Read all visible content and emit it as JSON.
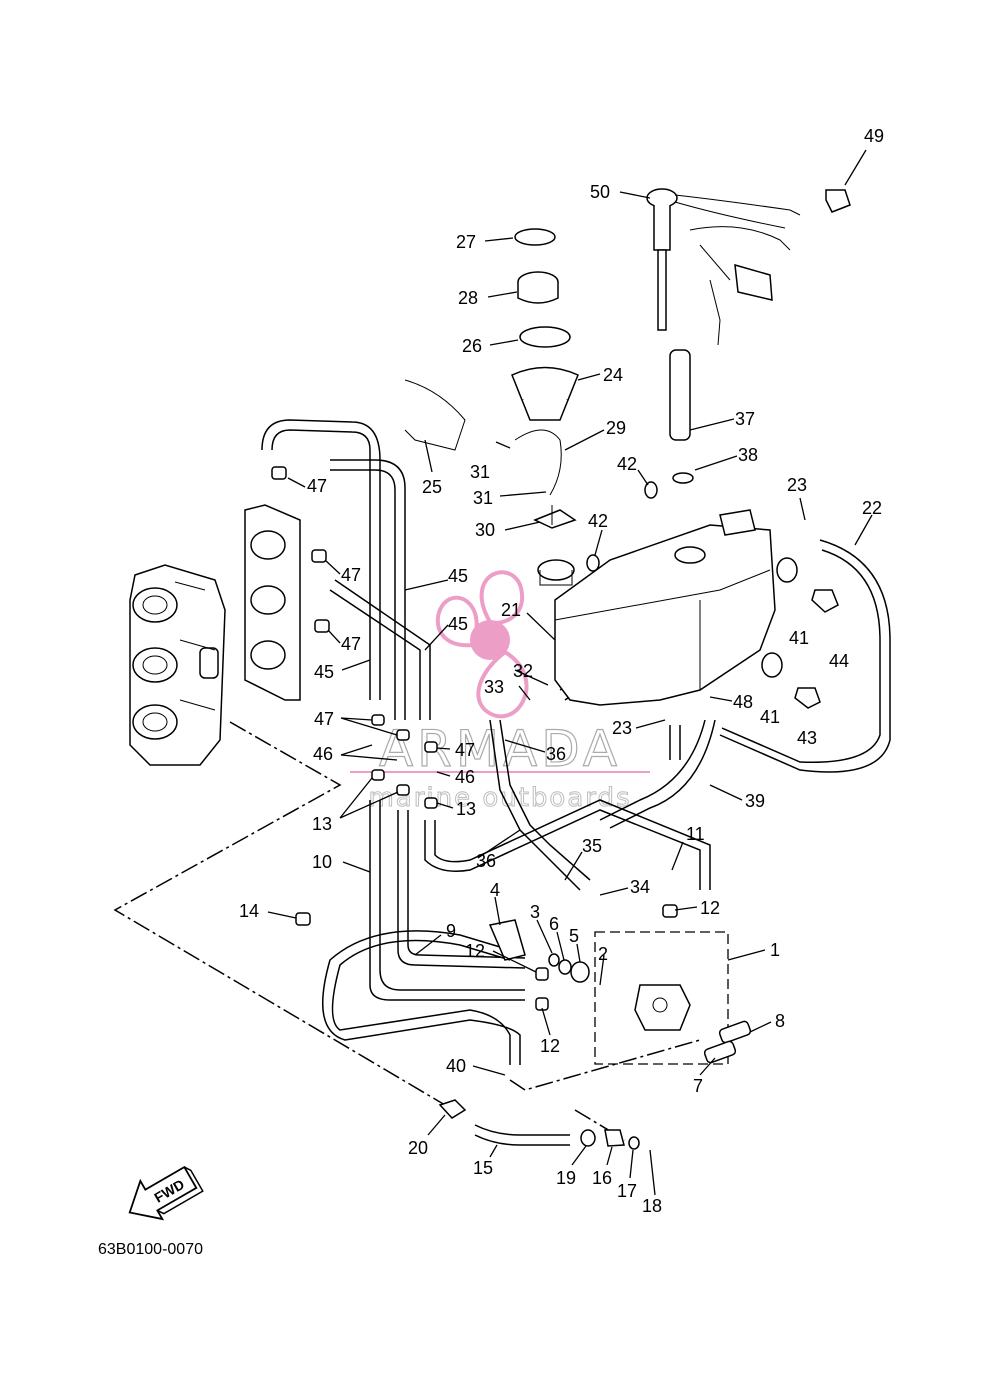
{
  "diagram": {
    "code": "63B0100-0070",
    "fwd_label": "FWD",
    "watermark": {
      "brand": "ARMADA",
      "tagline": "marine outboards",
      "color": "#e04f9b"
    },
    "callouts": [
      "1",
      "2",
      "3",
      "4",
      "5",
      "6",
      "7",
      "8",
      "9",
      "10",
      "11",
      "12",
      "12",
      "12",
      "12",
      "13",
      "13",
      "13",
      "14",
      "15",
      "16",
      "17",
      "18",
      "19",
      "20",
      "21",
      "22",
      "23",
      "23",
      "24",
      "25",
      "26",
      "27",
      "28",
      "29",
      "30",
      "31",
      "31",
      "32",
      "33",
      "34",
      "35",
      "36",
      "36",
      "37",
      "38",
      "39",
      "40",
      "41",
      "41",
      "42",
      "42",
      "43",
      "44",
      "45",
      "45",
      "45",
      "46",
      "46",
      "47",
      "47",
      "47",
      "47",
      "47",
      "48",
      "49",
      "50"
    ]
  }
}
